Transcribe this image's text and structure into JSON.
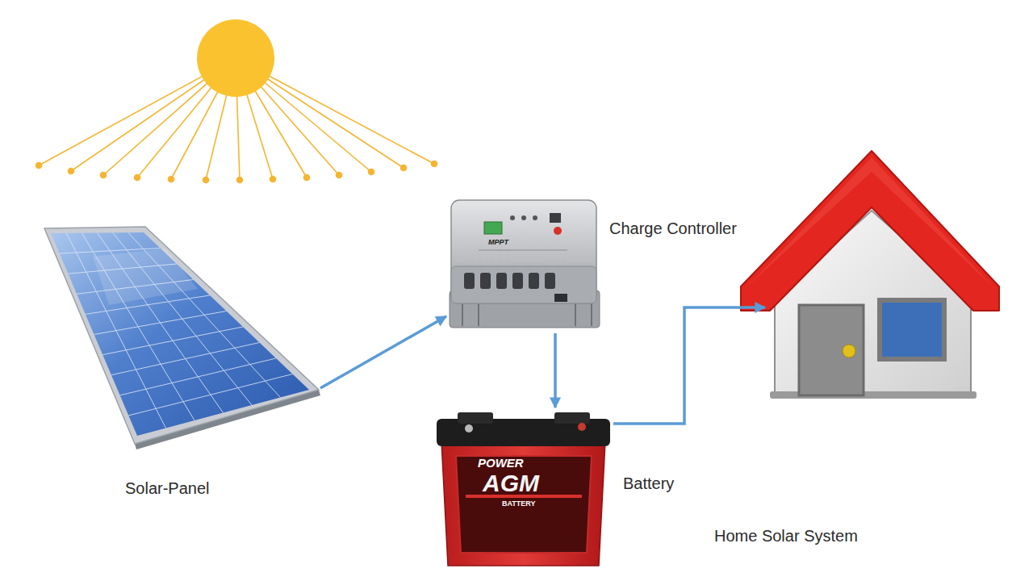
{
  "diagram": {
    "nodes": [
      {
        "text": [
          "Solar-Panel"
        ]
      },
      {
        "text": [
          "Charge Controller"
        ]
      },
      {
        "text": [
          "Battery"
        ]
      },
      {
        "text": [
          "Home Solar System"
        ]
      }
    ],
    "edges": [
      {
        "from": 0,
        "to": 1,
        "arrow": "to"
      },
      {
        "from": 1,
        "to": 2,
        "arrow": "to"
      },
      {
        "from": 2,
        "to": 3,
        "arrow": "to"
      }
    ],
    "labels": [
      "MPPT",
      "POWER",
      "AGM",
      "BATTERY"
    ]
  }
}
